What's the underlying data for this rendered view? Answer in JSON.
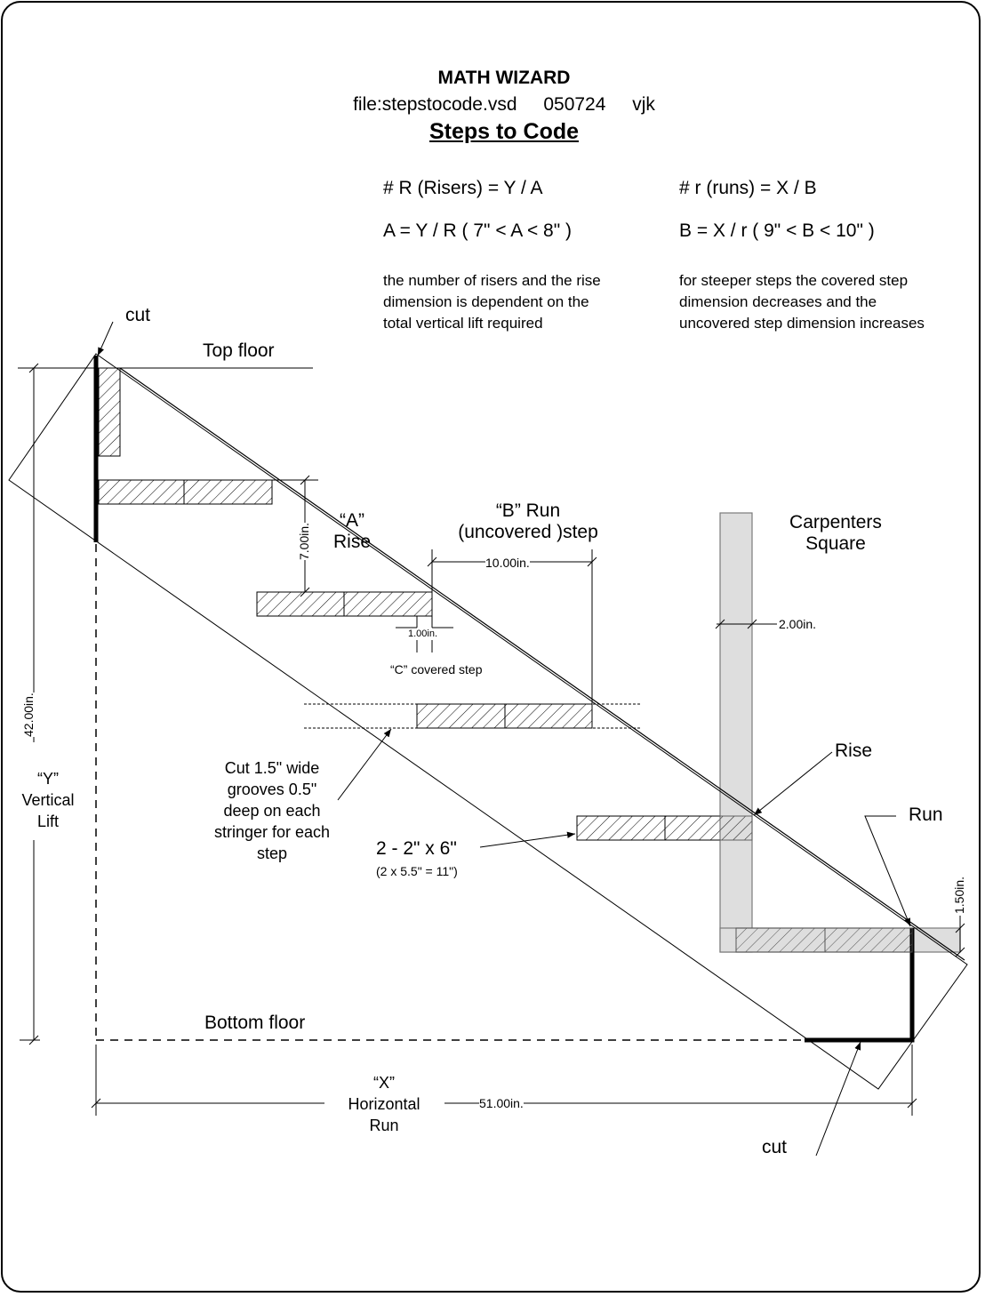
{
  "header": {
    "title": "MATH WIZARD",
    "file": "file:stepstocode.vsd",
    "date": "050724",
    "author": "vjk",
    "subtitle": "Steps to Code"
  },
  "formulas": {
    "risers": "# R (Risers) = Y / A",
    "rise": "A = Y / R  ( 7\" < A < 8\" )",
    "runs": "# r (runs) = X / B",
    "run": "B = X / r ( 9\" < B < 10\" )",
    "risers_note": [
      "the number of risers and the rise",
      "dimension is dependent on the",
      "total vertical lift required"
    ],
    "runs_note": [
      "for steeper steps the covered step",
      "dimension decreases and the",
      "uncovered step dimension increases"
    ]
  },
  "labels": {
    "cut_top": "cut",
    "top_floor": "Top floor",
    "bottom_floor": "Bottom floor",
    "cut_bottom": "cut",
    "a_rise": [
      "“A”",
      "Rise"
    ],
    "b_run": [
      "“B” Run",
      "(uncovered )step"
    ],
    "c_covered": "“C” covered step",
    "carpenters_square": [
      "Carpenters",
      "Square"
    ],
    "rise": "Rise",
    "run": "Run",
    "y_lift": [
      "“Y”",
      "Vertical",
      "Lift"
    ],
    "x_run": [
      "“X”",
      "Horizontal",
      "Run"
    ],
    "grooves_note": [
      "Cut 1.5\" wide",
      "grooves 0.5\"",
      "deep on each",
      "stringer for each",
      "step"
    ],
    "lumber": "2 - 2\" x 6\"",
    "lumber_sub": "(2 x 5.5\" = 11\")"
  },
  "dimensions": {
    "rise": "7.00in.",
    "run": "10.00in.",
    "covered": "1.00in.",
    "square_width": "2.00in.",
    "vertical_lift": "42.00in.",
    "horizontal_run": "51.00in.",
    "tread_thickness": "1.50in."
  },
  "colors": {
    "line": "#000000",
    "square_fill": "#dedede",
    "square_stroke": "#7a7a7a"
  }
}
